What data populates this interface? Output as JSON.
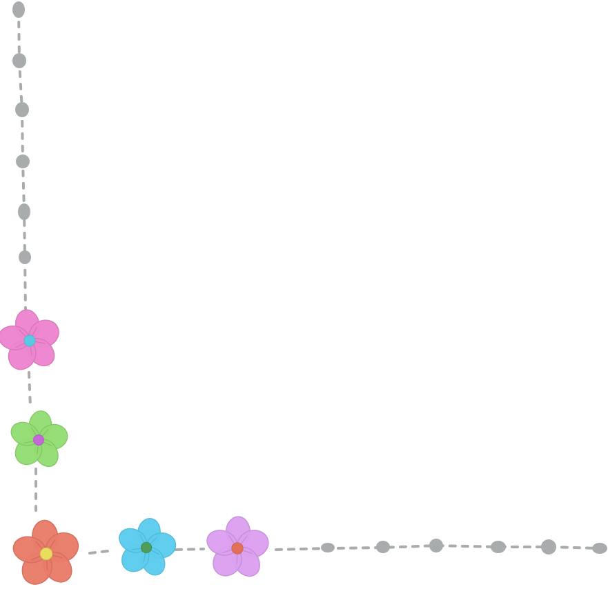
{
  "illustration": {
    "style": "hand-drawn flower corner border",
    "background": "#ffffff",
    "line_color": "#a8acac",
    "flowers": [
      {
        "name": "pink-flower",
        "petal_color": "#ee85cf",
        "center_color": "#5bc8e6"
      },
      {
        "name": "green-flower",
        "petal_color": "#93dd73",
        "center_color": "#c26ad6"
      },
      {
        "name": "coral-flower",
        "petal_color": "#ea7c6a",
        "center_color": "#e8dd5c"
      },
      {
        "name": "blue-flower",
        "petal_color": "#5ccdef",
        "center_color": "#4e9e5a"
      },
      {
        "name": "violet-flower",
        "petal_color": "#dca0f0",
        "center_color": "#e36f58"
      }
    ]
  }
}
